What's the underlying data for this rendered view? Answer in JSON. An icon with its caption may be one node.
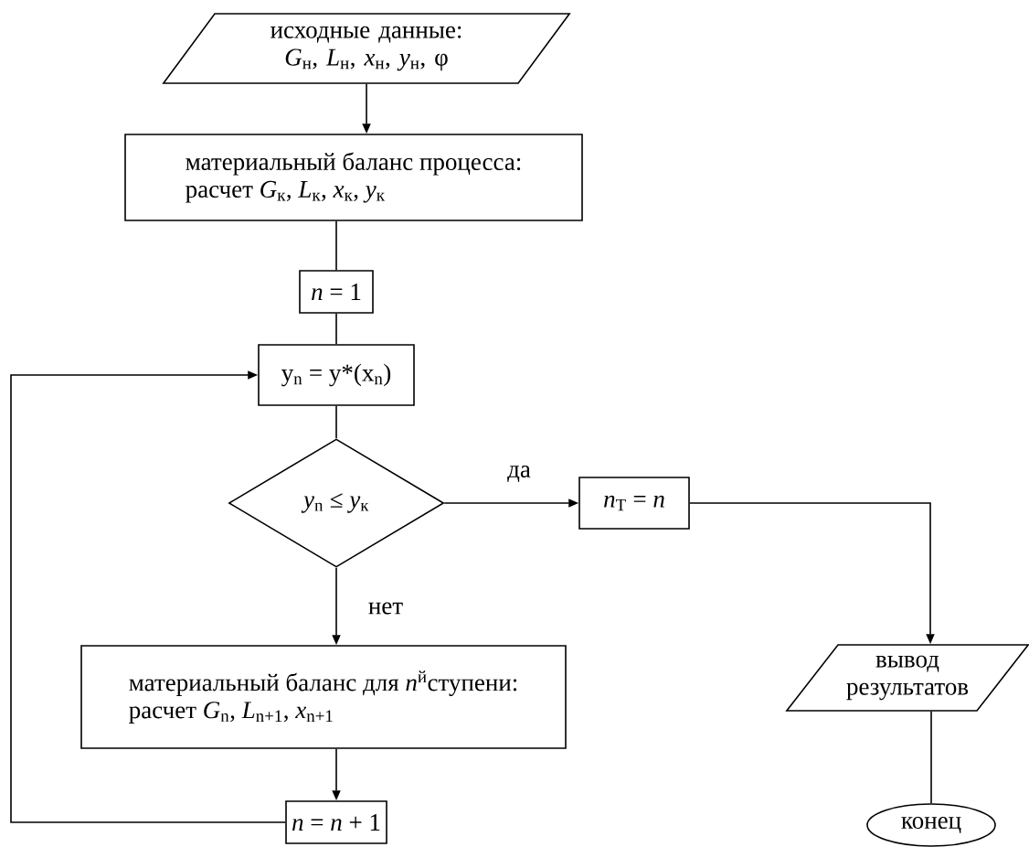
{
  "diagram": {
    "nodes": [
      {
        "text": [
          "исходные данные:",
          "*G*$_{н}$, *L*$_{н}$, *x*$_{н}$, *y*$_{н}$, φ"
        ]
      },
      {
        "text": [
          "материальный баланс процесса:",
          "расчет *G*$_{к}$, *L*$_{к}$, *x*$_{к}$, *y*$_{к}$"
        ]
      },
      {
        "text": [
          "*n* = 1"
        ]
      },
      {
        "text": [
          "y$_{n}$ = y*(x$_{n}$)"
        ]
      },
      {
        "text": [
          "*y*$_{n}$ ≤ *y*$_{к}$"
        ]
      },
      {
        "text": [
          "*n*$_{Т}$ = *n*"
        ]
      },
      {
        "text": [
          "материальный баланс для *n*$^{й}$ступени:",
          "расчет *G*$_{n}$, *L*$_{n+1}$, *x*$_{n+1}$"
        ]
      },
      {
        "text": [
          "*n* = *n* + 1"
        ]
      },
      {
        "text": [
          "вывод результатов"
        ]
      },
      {
        "text": [
          "конец"
        ]
      }
    ],
    "edges": [
      {
        "from": 0,
        "to": 1,
        "arrow": "to"
      },
      {
        "from": 1,
        "to": 2,
        "arrow": "none"
      },
      {
        "from": 2,
        "to": 3,
        "arrow": "none"
      },
      {
        "from": 3,
        "to": 4,
        "arrow": "none"
      },
      {
        "from": 4,
        "to": 5,
        "arrow": "to",
        "label": "да"
      },
      {
        "from": 4,
        "to": 6,
        "arrow": "to",
        "label": "нет"
      },
      {
        "from": 6,
        "to": 7,
        "arrow": "to"
      },
      {
        "from": 7,
        "to": 3,
        "arrow": "to"
      },
      {
        "from": 5,
        "to": 8,
        "arrow": "to"
      },
      {
        "from": 8,
        "to": 9,
        "arrow": "none"
      }
    ]
  }
}
